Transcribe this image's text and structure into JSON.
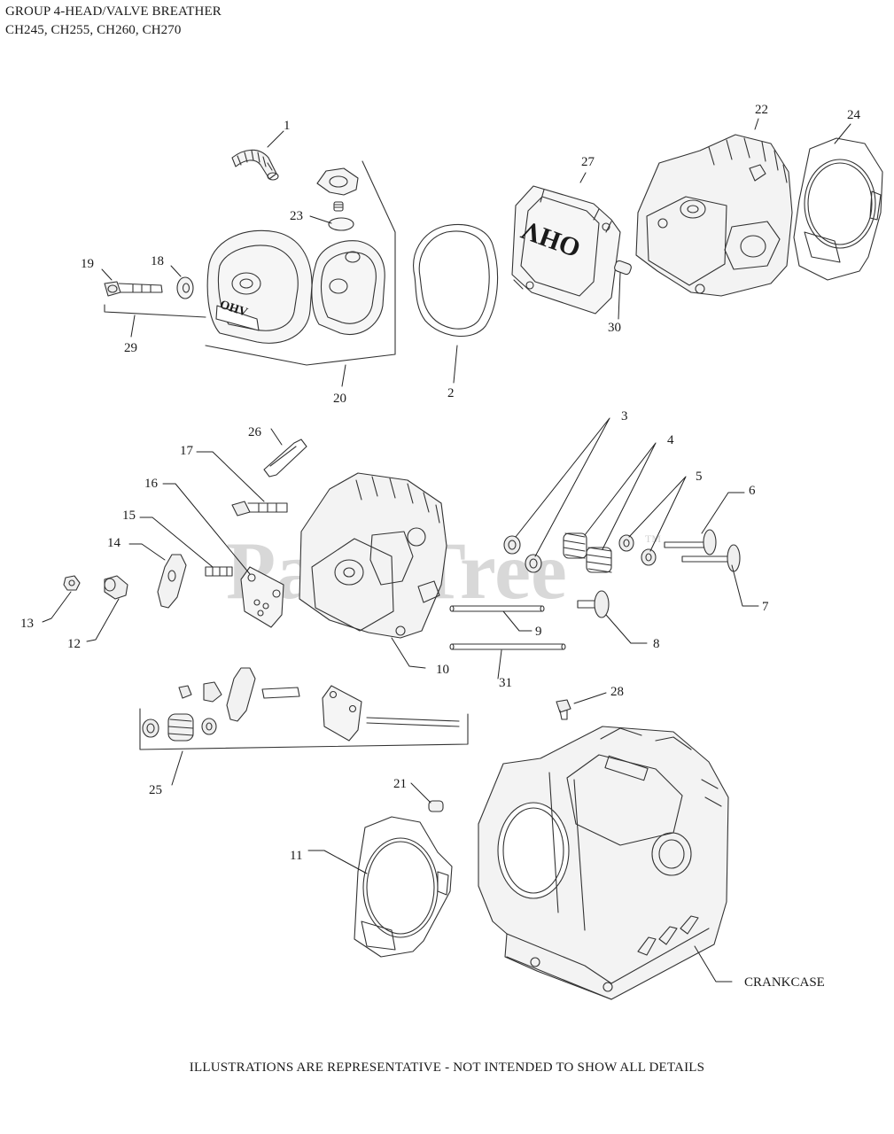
{
  "header": {
    "title": "GROUP 4-HEAD/VALVE BREATHER",
    "models": "CH245, CH255, CH260, CH270"
  },
  "watermark": {
    "text": "PartsTree",
    "tm": "TM"
  },
  "callouts": {
    "c1": "1",
    "c2": "2",
    "c3": "3",
    "c4": "4",
    "c5": "5",
    "c6": "6",
    "c7": "7",
    "c8": "8",
    "c9": "9",
    "c10": "10",
    "c11": "11",
    "c12": "12",
    "c13": "13",
    "c14": "14",
    "c15": "15",
    "c16": "16",
    "c17": "17",
    "c18": "18",
    "c19": "19",
    "c20": "20",
    "c21": "21",
    "c22": "22",
    "c23": "23",
    "c24": "24",
    "c25": "25",
    "c26": "26",
    "c27": "27",
    "c28": "28",
    "c29": "29",
    "c30": "30",
    "c31": "31",
    "crankcase": "CRANKCASE"
  },
  "decal_text": "OHV",
  "footer": {
    "note": "ILLUSTRATIONS ARE REPRESENTATIVE - NOT INTENDED TO SHOW ALL DETAILS"
  }
}
